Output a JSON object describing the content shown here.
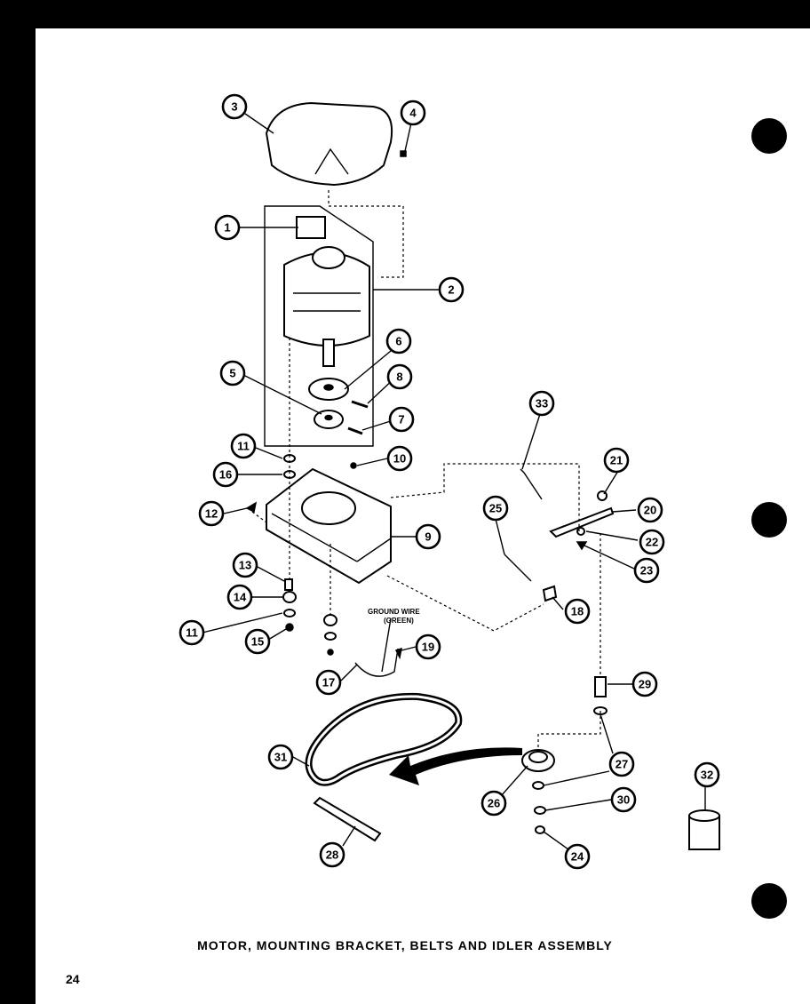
{
  "caption": "MOTOR, MOUNTING BRACKET, BELTS AND IDLER ASSEMBLY",
  "page_number": "24",
  "ground_wire_label_line1": "GROUND WIRE",
  "ground_wire_label_line2": "(GREEN)",
  "callouts": [
    "1",
    "2",
    "3",
    "4",
    "5",
    "6",
    "7",
    "8",
    "9",
    "10",
    "11",
    "11",
    "12",
    "13",
    "14",
    "15",
    "16",
    "17",
    "18",
    "19",
    "20",
    "21",
    "22",
    "23",
    "24",
    "25",
    "26",
    "27",
    "28",
    "29",
    "30",
    "31",
    "32",
    "33"
  ]
}
